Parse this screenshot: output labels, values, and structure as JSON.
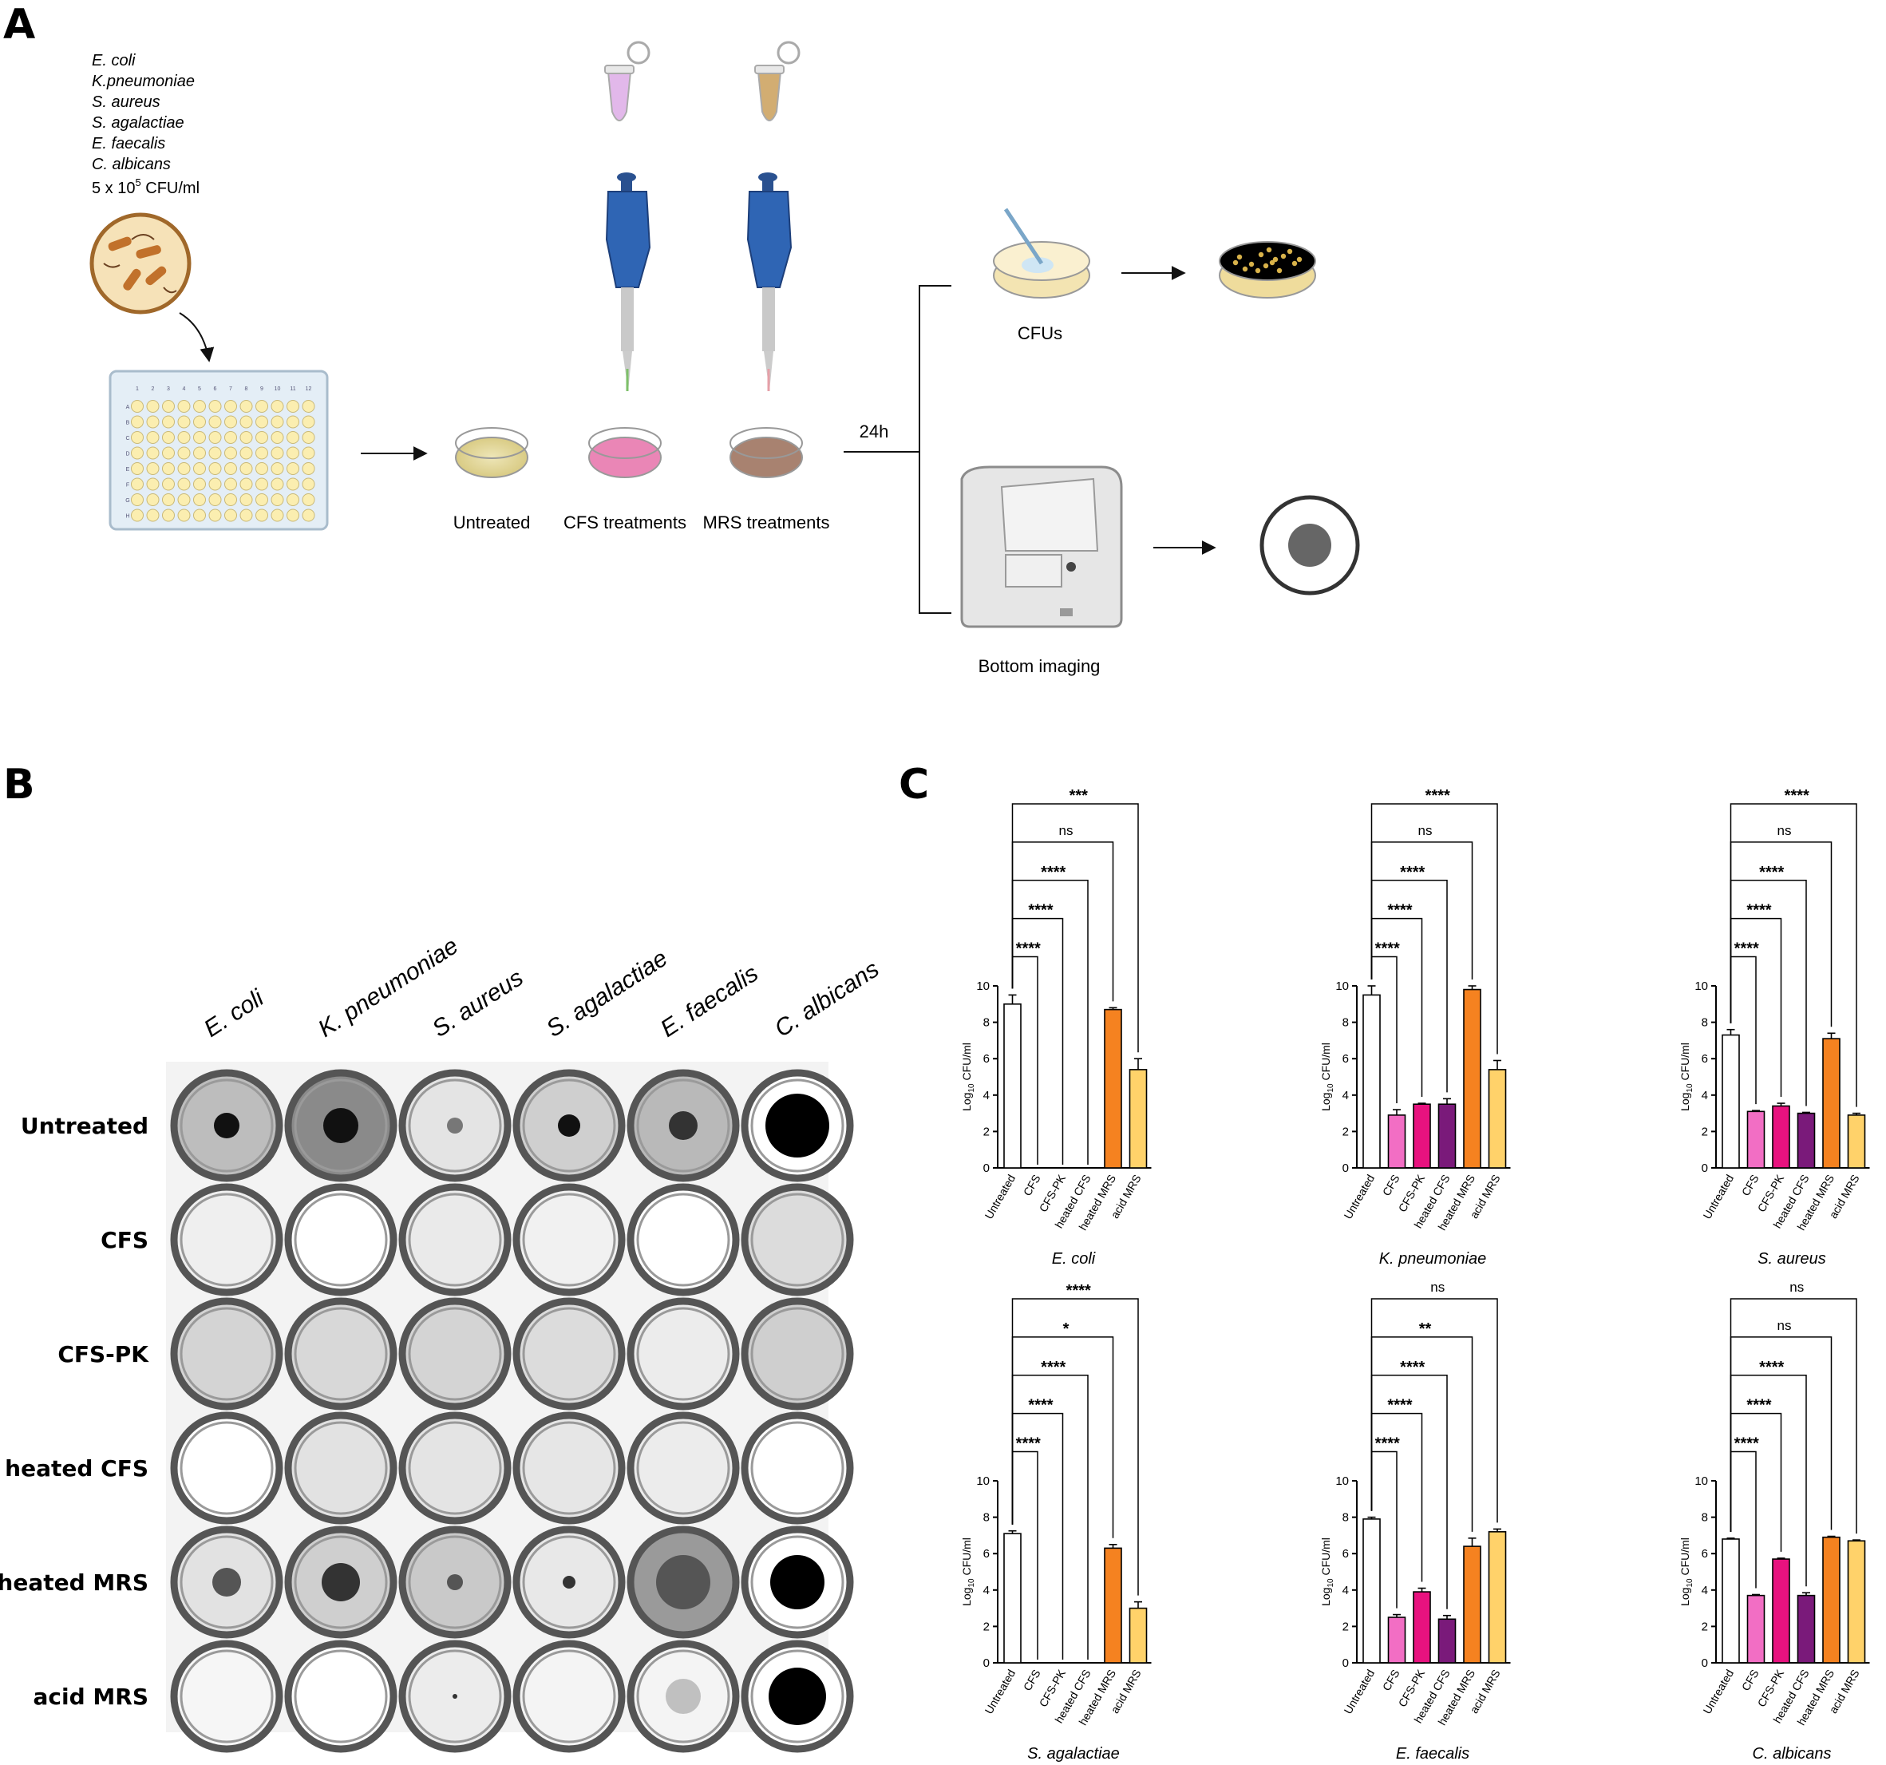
{
  "panel_labels": {
    "a": "A",
    "b": "B",
    "c": "C"
  },
  "panel_a": {
    "organisms": [
      "E. coli",
      "K.pneumoniae",
      "S. aureus",
      "S. agalactiae",
      "E. faecalis",
      "C. albicans"
    ],
    "inoculum_prefix": "5 x 10",
    "inoculum_exp": "5",
    "inoculum_suffix": " CFU/ml",
    "plate_cols": [
      "1",
      "2",
      "3",
      "4",
      "5",
      "6",
      "7",
      "8",
      "9",
      "10",
      "11",
      "12"
    ],
    "plate_rows": [
      "A",
      "B",
      "C",
      "D",
      "E",
      "F",
      "G",
      "H"
    ],
    "dish_labels": [
      "Untreated",
      "CFS treatments",
      "MRS treatments"
    ],
    "time_label": "24h",
    "cfu_label": "CFUs",
    "imaging_label": "Bottom imaging"
  },
  "panel_b": {
    "columns": [
      "E. coli",
      "K. pneumoniae",
      "S. aureus",
      "S. agalactiae",
      "E. faecalis",
      "C. albicans"
    ],
    "rows": [
      "Untreated",
      "CFS",
      "CFS-PK",
      "heated CFS",
      "heated MRS",
      "acid MRS"
    ]
  },
  "colors": {
    "untreated": "#ffffff",
    "cfs": "#f26ec4",
    "cfs_pk": "#e8127f",
    "heated_cfs": "#7a1a7a",
    "heated_mrs": "#f58220",
    "acid_mrs": "#ffd26a"
  },
  "chart_data": [
    {
      "type": "bar",
      "title": "E. coli",
      "ylabel": "Log10 CFU/ml",
      "ylim": [
        0,
        10
      ],
      "yticks": [
        "0",
        "2",
        "4",
        "6",
        "8",
        "10"
      ],
      "categories": [
        "Untreated",
        "CFS",
        "CFS-PK",
        "heated CFS",
        "heated MRS",
        "acid MRS"
      ],
      "values": [
        9.0,
        0,
        0,
        0,
        8.7,
        5.4
      ],
      "errors": [
        0.5,
        0,
        0,
        0,
        0.1,
        0.6
      ],
      "brackets": [
        "****",
        "****",
        "****",
        "ns",
        "***"
      ]
    },
    {
      "type": "bar",
      "title": "K. pneumoniae",
      "ylabel": "Log10 CFU/ml",
      "ylim": [
        0,
        10
      ],
      "yticks": [
        "0",
        "2",
        "4",
        "6",
        "8",
        "10"
      ],
      "categories": [
        "Untreated",
        "CFS",
        "CFS-PK",
        "heated CFS",
        "heated MRS",
        "acid MRS"
      ],
      "values": [
        9.5,
        2.9,
        3.5,
        3.5,
        9.8,
        5.4
      ],
      "errors": [
        0.5,
        0.3,
        0.05,
        0.3,
        0.2,
        0.5
      ],
      "brackets": [
        "****",
        "****",
        "****",
        "ns",
        "****"
      ]
    },
    {
      "type": "bar",
      "title": "S. aureus",
      "ylabel": "Log10 CFU/ml",
      "ylim": [
        0,
        10
      ],
      "yticks": [
        "0",
        "2",
        "4",
        "6",
        "8",
        "10"
      ],
      "categories": [
        "Untreated",
        "CFS",
        "CFS-PK",
        "heated CFS",
        "heated MRS",
        "acid MRS"
      ],
      "values": [
        7.3,
        3.1,
        3.4,
        3.0,
        7.1,
        2.9
      ],
      "errors": [
        0.3,
        0.05,
        0.15,
        0.05,
        0.3,
        0.1
      ],
      "brackets": [
        "****",
        "****",
        "****",
        "ns",
        "****"
      ]
    },
    {
      "type": "bar",
      "title": "S. agalactiae",
      "ylabel": "Log10 CFU/ml",
      "ylim": [
        0,
        10
      ],
      "yticks": [
        "0",
        "2",
        "4",
        "6",
        "8",
        "10"
      ],
      "categories": [
        "Untreated",
        "CFS",
        "CFS-PK",
        "heated CFS",
        "heated MRS",
        "acid MRS"
      ],
      "values": [
        7.1,
        0,
        0,
        0,
        6.3,
        3.0
      ],
      "errors": [
        0.15,
        0,
        0,
        0,
        0.2,
        0.35
      ],
      "brackets": [
        "****",
        "****",
        "****",
        "*",
        "****"
      ]
    },
    {
      "type": "bar",
      "title": "E. faecalis",
      "ylabel": "Log10 CFU/ml",
      "ylim": [
        0,
        10
      ],
      "yticks": [
        "0",
        "2",
        "4",
        "6",
        "8",
        "10"
      ],
      "categories": [
        "Untreated",
        "CFS",
        "CFS-PK",
        "heated CFS",
        "heated MRS",
        "acid MRS"
      ],
      "values": [
        7.9,
        2.5,
        3.9,
        2.4,
        6.4,
        7.2
      ],
      "errors": [
        0.1,
        0.15,
        0.2,
        0.2,
        0.45,
        0.15
      ],
      "brackets": [
        "****",
        "****",
        "****",
        "**",
        "ns"
      ]
    },
    {
      "type": "bar",
      "title": "C. albicans",
      "ylabel": "Log10 CFU/ml",
      "ylim": [
        0,
        10
      ],
      "yticks": [
        "0",
        "2",
        "4",
        "6",
        "8",
        "10"
      ],
      "categories": [
        "Untreated",
        "CFS",
        "CFS-PK",
        "heated CFS",
        "heated MRS",
        "acid MRS"
      ],
      "values": [
        6.8,
        3.7,
        5.7,
        3.7,
        6.9,
        6.7
      ],
      "errors": [
        0.05,
        0.05,
        0.05,
        0.15,
        0.05,
        0.05
      ],
      "brackets": [
        "****",
        "****",
        "****",
        "ns",
        "ns"
      ]
    }
  ]
}
